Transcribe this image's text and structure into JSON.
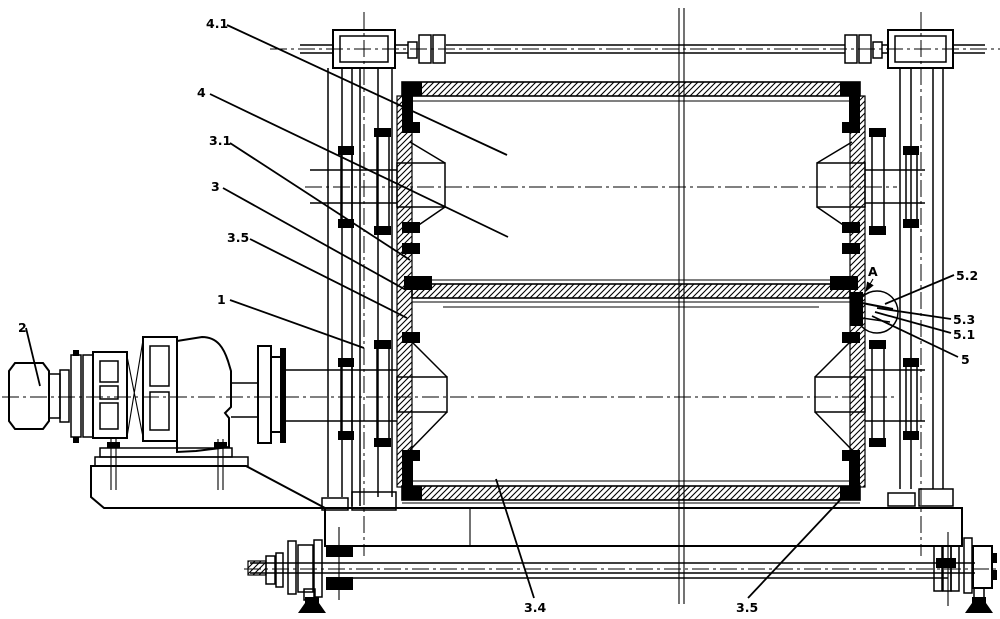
{
  "figure": {
    "ink": "#000000",
    "paper": "#ffffff",
    "description": "Sectional engineering drawing of a double-drum machine with drive unit, support columns and tie rods"
  },
  "callouts": {
    "part_4_1": "4.1",
    "part_4": "4",
    "part_3_1": "3.1",
    "part_3": "3",
    "part_3_5_left": "3.5",
    "part_1": "1",
    "part_2": "2",
    "detail_marker": "A",
    "part_5_2": "5.2",
    "part_5_3": "5.3",
    "part_5_1": "5.1",
    "part_5": "5",
    "part_3_4": "3.4",
    "part_3_5_right": "3.5"
  }
}
